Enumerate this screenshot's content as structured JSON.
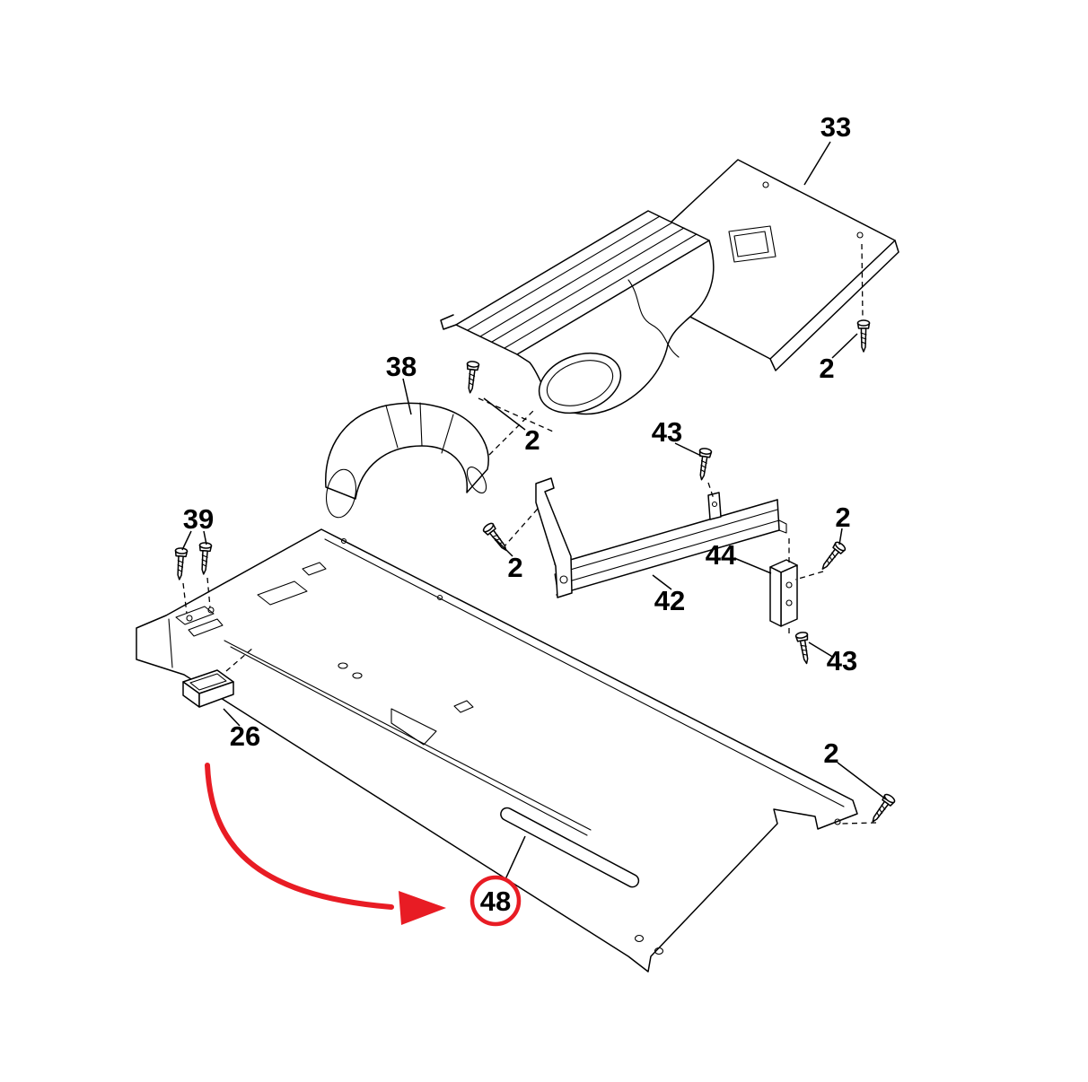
{
  "diagram": {
    "kind": "exploded-parts-diagram",
    "background_color": "#ffffff",
    "line_color": "#000000",
    "highlight_color": "#e81c24",
    "callouts": {
      "part33": "33",
      "part38": "38",
      "part39": "39",
      "part42": "42",
      "part43_upper": "43",
      "part43_lower": "43",
      "part44": "44",
      "part26": "26",
      "part48": "48",
      "screw2_top_center": "2",
      "screw2_top_right": "2",
      "screw2_mid_left": "2",
      "screw2_mid_right": "2",
      "screw2_bottom_right": "2"
    }
  }
}
